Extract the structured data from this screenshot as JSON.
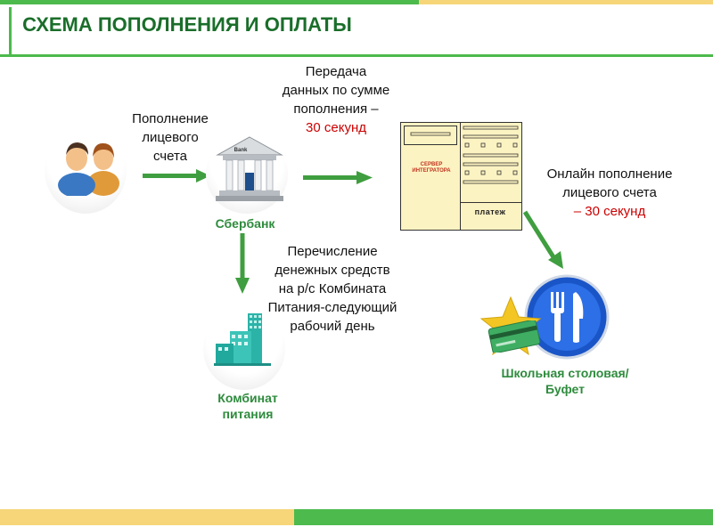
{
  "title": "СХЕМА ПОПОЛНЕНИЯ И ОПЛАТЫ",
  "colors": {
    "accent_green": "#4cba4c",
    "accent_yellow": "#f6d679",
    "title_green": "#1a6e2a",
    "label_green": "#2e8b3d",
    "highlight_red": "#cc0000"
  },
  "nodes": {
    "sberbank": {
      "label": "Сбербанк",
      "sign": "Bank"
    },
    "kombinat": {
      "label": "Комбинат питания"
    },
    "server": {
      "label": "СЕРВЕР ИНТЕГРАТОРА",
      "payment": "платеж"
    },
    "canteen": {
      "label": "Школьная столовая/Буфет"
    }
  },
  "texts": {
    "top_up": "Пополнение лицевого счета",
    "transfer_data": {
      "main": "Передача данных по сумме пополнения –",
      "time": "30 секунд"
    },
    "online_topup": {
      "main": "Онлайн пополнение лицевого счета",
      "time": "– 30 секунд"
    },
    "transfer_funds": "Перечисление денежных средств на р/с Комбината Питания-следующий рабочий день"
  },
  "icons": [
    "users-icon",
    "bank-icon",
    "factory-icon",
    "server-icon",
    "fork-knife-icon",
    "card-icon",
    "star-icon"
  ]
}
